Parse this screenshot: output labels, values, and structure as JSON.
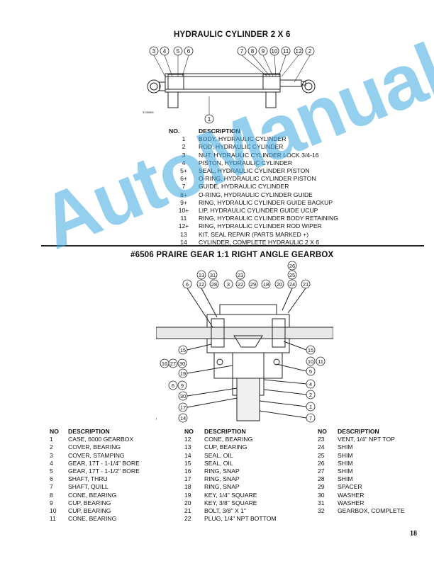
{
  "section1": {
    "title": "HYDRAULIC CYLINDER 2 X 6",
    "drawing_code": "3126506",
    "header": {
      "no": "NO.",
      "description": "DESCRIPTION"
    },
    "items": [
      {
        "no": "1",
        "description": "BODY, HYDRAULIC CYLINDER"
      },
      {
        "no": "2",
        "description": "ROD, HYDRAULIC CYLINDER"
      },
      {
        "no": "3",
        "description": "NUT, HYDRAULIC CYLINDER LOCK 3/4-16"
      },
      {
        "no": "4",
        "description": "PISTON, HYDRAULIC CYLINDER"
      },
      {
        "no": "5+",
        "description": "SEAL, HYDRAULIC CYLINDER PISTON"
      },
      {
        "no": "6+",
        "description": "O-RING, HYDRAULIC CYLINDER PISTON"
      },
      {
        "no": "7",
        "description": "GUIDE, HYDRAULIC CYLINDER"
      },
      {
        "no": "8+",
        "description": "O-RING, HYDRAULIC CYLINDER GUIDE"
      },
      {
        "no": "9+",
        "description": "RING, HYDRAULIC CYLINDER GUIDE BACKUP"
      },
      {
        "no": "10+",
        "description": "LIP, HYDRAULIC CYLINDER GUIDE UCUP"
      },
      {
        "no": "11",
        "description": "RING, HYDRAULIC CYLINDER BODY RETAINING"
      },
      {
        "no": "12+",
        "description": "RING, HYDRAULIC CYLINDER ROD WIPER"
      },
      {
        "no": "13",
        "description": "KIT, SEAL REPAIR (PARTS MARKED +)"
      },
      {
        "no": "14",
        "description": "CYLINDER, COMPLETE HYDRAULIC 2 X 6"
      }
    ],
    "callouts_left": [
      "3",
      "4",
      "5",
      "6"
    ],
    "callouts_right": [
      "7",
      "8",
      "9",
      "10",
      "11",
      "12",
      "2"
    ],
    "callout_bottom": "1"
  },
  "section2": {
    "title": "#6506 PRAIRE GEAR 1:1 RIGHT ANGLE GEARBOX",
    "drawing_code": "1100416",
    "header": {
      "no": "NO",
      "description": "DESCRIPTION"
    },
    "col1": [
      {
        "no": "1",
        "description": "CASE, 6000 GEARBOX"
      },
      {
        "no": "2",
        "description": "COVER, BEARING"
      },
      {
        "no": "3",
        "description": "COVER, STAMPING"
      },
      {
        "no": "4",
        "description": "GEAR, 17T - 1-1/4\" BORE"
      },
      {
        "no": "5",
        "description": "GEAR, 17T - 1-1/2\" BORE"
      },
      {
        "no": "6",
        "description": "SHAFT, THRU"
      },
      {
        "no": "7",
        "description": "SHAFT, QUILL"
      },
      {
        "no": "8",
        "description": "CONE, BEARING"
      },
      {
        "no": "9",
        "description": "CUP, BEARING"
      },
      {
        "no": "10",
        "description": "CUP, BEARING"
      },
      {
        "no": "11",
        "description": "CONE, BEARING"
      }
    ],
    "col2": [
      {
        "no": "12",
        "description": "CONE, BEARING"
      },
      {
        "no": "13",
        "description": "CUP, BEARING"
      },
      {
        "no": "14",
        "description": "SEAL, OIL"
      },
      {
        "no": "15",
        "description": "SEAL, OIL"
      },
      {
        "no": "16",
        "description": "RING, SNAP"
      },
      {
        "no": "17",
        "description": "RING, SNAP"
      },
      {
        "no": "18",
        "description": "RING, SNAP"
      },
      {
        "no": "19",
        "description": "KEY, 1/4\" SQUARE"
      },
      {
        "no": "20",
        "description": "KEY, 3/8\" SQUARE"
      },
      {
        "no": "21",
        "description": "BOLT, 3/8\" X 1\""
      },
      {
        "no": "22",
        "description": "PLUG, 1/4\" NPT BOTTOM"
      }
    ],
    "col3": [
      {
        "no": "23",
        "description": "VENT, 1/4\" NPT TOP"
      },
      {
        "no": "24",
        "description": "SHIM"
      },
      {
        "no": "25",
        "description": "SHIM"
      },
      {
        "no": "26",
        "description": "SHIM"
      },
      {
        "no": "27",
        "description": "SHIM"
      },
      {
        "no": "28",
        "description": "SHIM"
      },
      {
        "no": "29",
        "description": "SPACER"
      },
      {
        "no": "30",
        "description": "WASHER"
      },
      {
        "no": "31",
        "description": "WASHER"
      },
      {
        "no": "32",
        "description": "GEARBOX, COMPLETE"
      }
    ],
    "callouts_top_row1": [
      "26"
    ],
    "callouts_top_row2": [
      "13",
      "31",
      "23",
      "25"
    ],
    "callouts_top_row3": [
      "6",
      "12",
      "28",
      "3",
      "22",
      "29",
      "18",
      "20",
      "24",
      "21"
    ],
    "callouts_left": [
      "15",
      "16",
      "27",
      "30",
      "19",
      "6",
      "9",
      "30",
      "17",
      "14"
    ],
    "callouts_right": [
      "15",
      "10",
      "11",
      "5",
      "4",
      "2",
      "1",
      "7"
    ]
  },
  "watermark": "AutoManual",
  "page_number": "18"
}
